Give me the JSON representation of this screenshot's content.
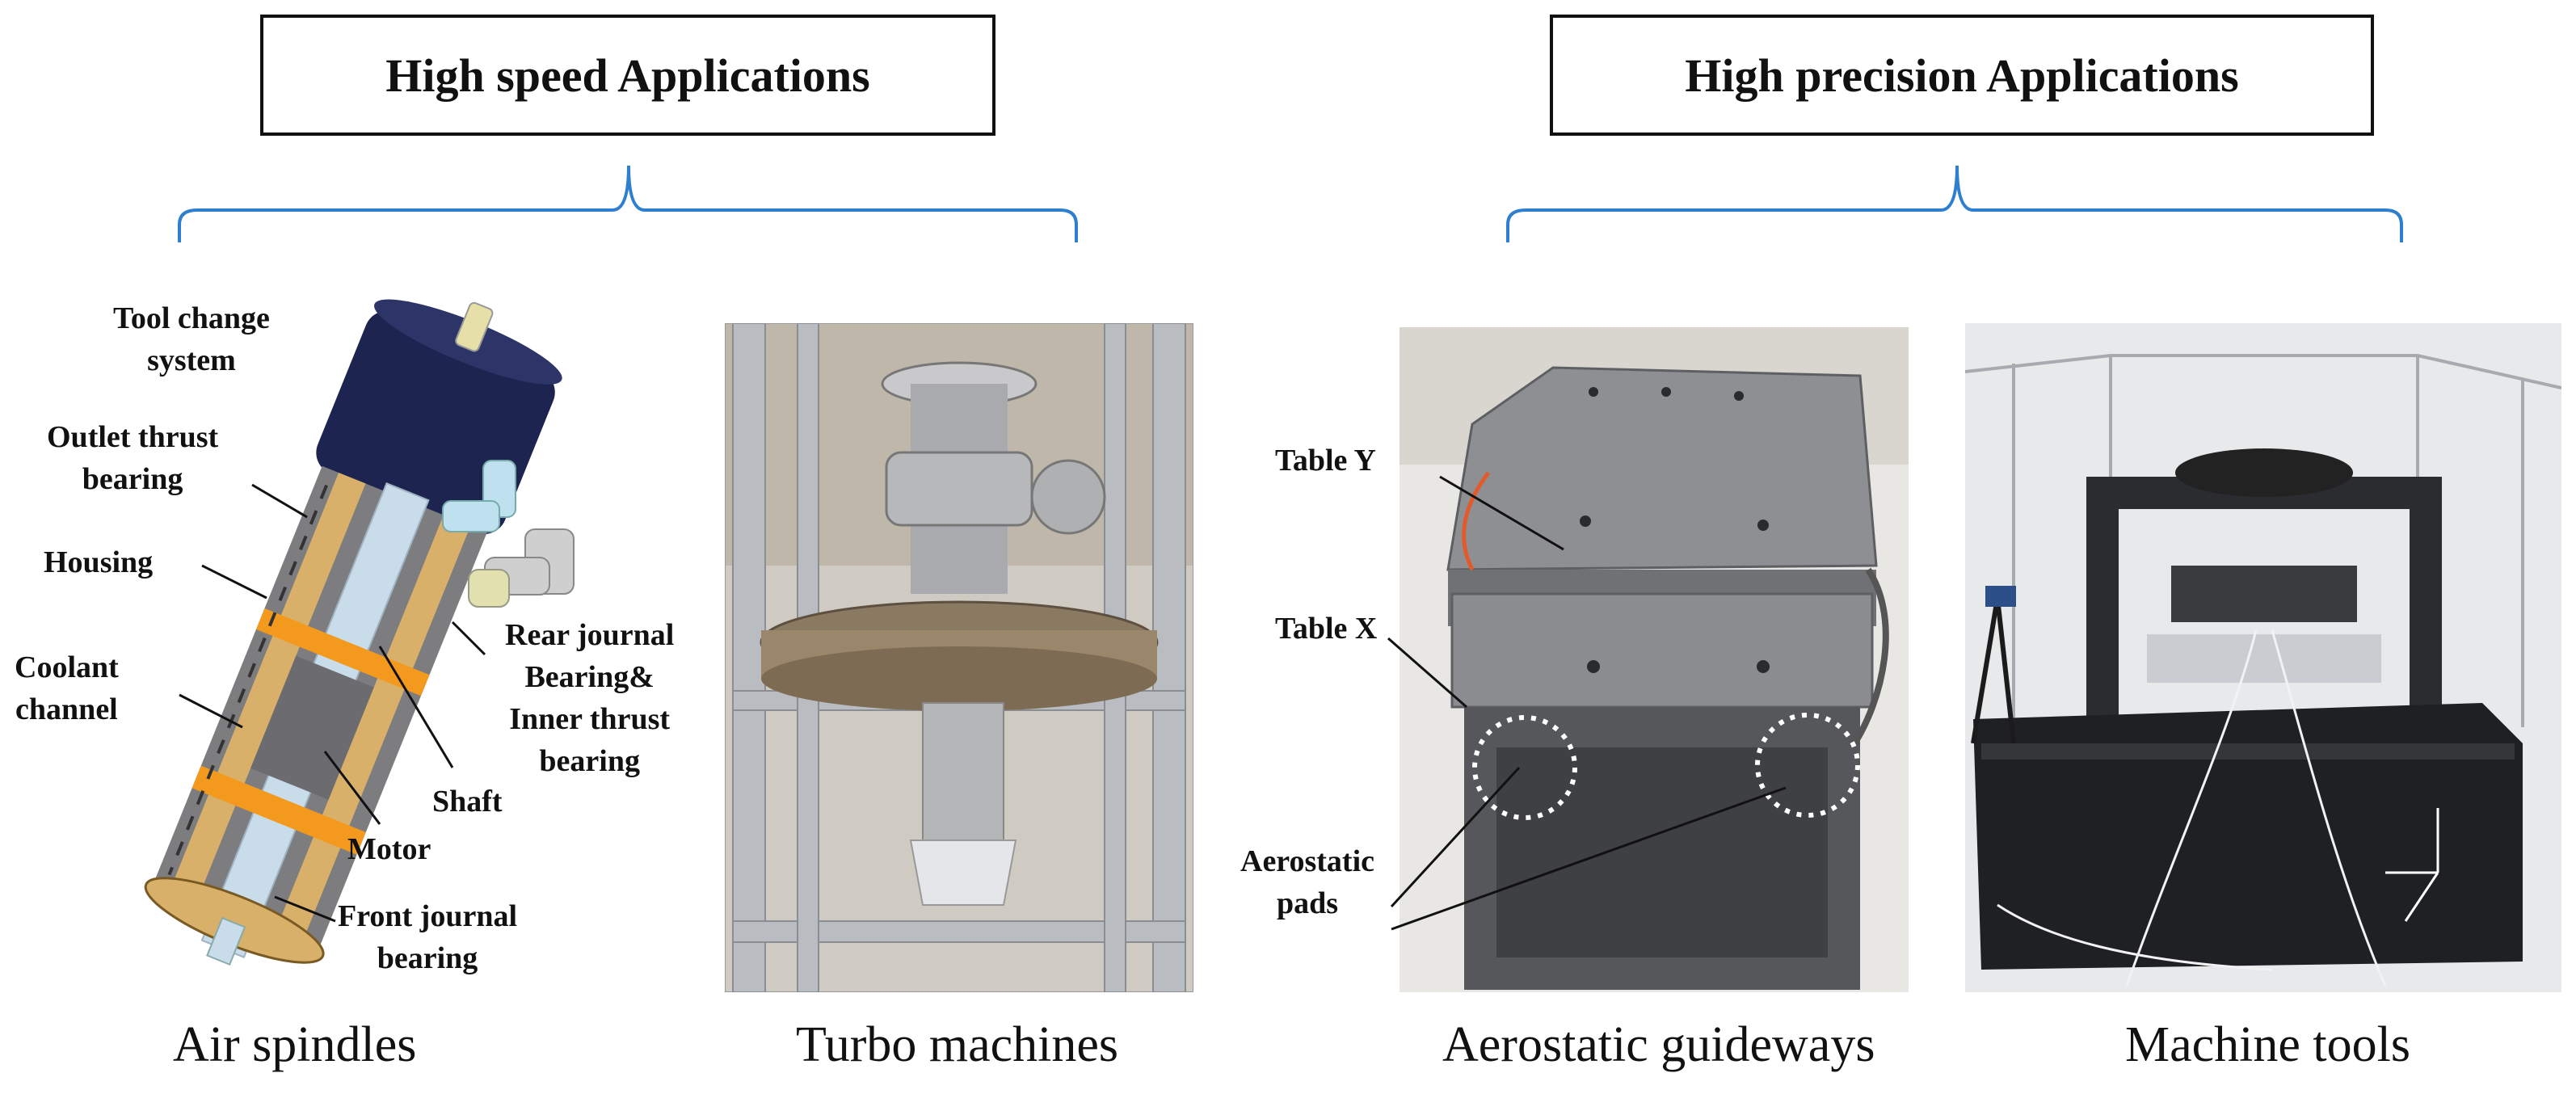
{
  "groups": {
    "high_speed": "High speed Applications",
    "high_precision": "High precision Applications"
  },
  "captions": {
    "air_spindles": "Air spindles",
    "turbo_machines": "Turbo machines",
    "aerostatic_guideways": "Aerostatic guideways",
    "machine_tools": "Machine tools"
  },
  "spindle_labels": {
    "tool_change_1": "Tool change",
    "tool_change_2": "system",
    "outlet_thrust_1": "Outlet thrust",
    "outlet_thrust_2": "bearing",
    "housing": "Housing",
    "coolant_1": "Coolant",
    "coolant_2": "channel",
    "rear_journal_1": "Rear journal",
    "rear_journal_2": "Bearing&",
    "rear_journal_3": "Inner thrust",
    "rear_journal_4": "bearing",
    "shaft": "Shaft",
    "motor": "Motor",
    "front_journal_1": "Front journal",
    "front_journal_2": "bearing"
  },
  "guideway_labels": {
    "table_y": "Table Y",
    "table_x": "Table X",
    "aero_pads_1": "Aerostatic",
    "aero_pads_2": "pads"
  },
  "colors": {
    "bracket": "#2f7fd0",
    "motor_cap": "#1d2450",
    "bearing_orange": "#f39a1e",
    "housing_tan": "#d8b06a",
    "housing_grey": "#7d7d80"
  }
}
